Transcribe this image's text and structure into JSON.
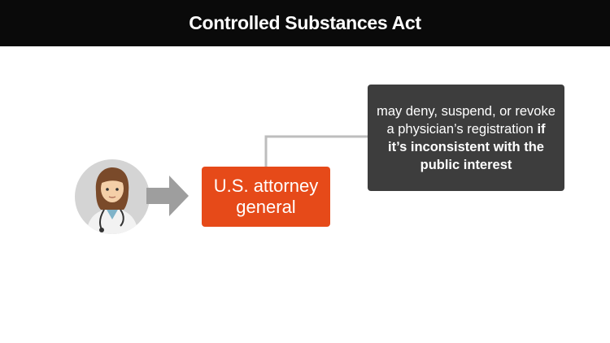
{
  "header": {
    "title": "Controlled Substances Act"
  },
  "diagram": {
    "avatar_icon": "doctor-avatar-icon",
    "arrow_icon": "right-arrow-icon",
    "authority_label": "U.S. attorney general",
    "note": {
      "text_plain": "may deny, suspend, or revoke a physician’s registration",
      "text_bold": "if it’s inconsistent with the public interest"
    },
    "colors": {
      "authority_box": "#e64a19",
      "note_box": "#3d3d3d",
      "arrow": "#9e9e9e",
      "connector": "#bdbdbd",
      "avatar_bg": "#d4d4d4"
    }
  }
}
